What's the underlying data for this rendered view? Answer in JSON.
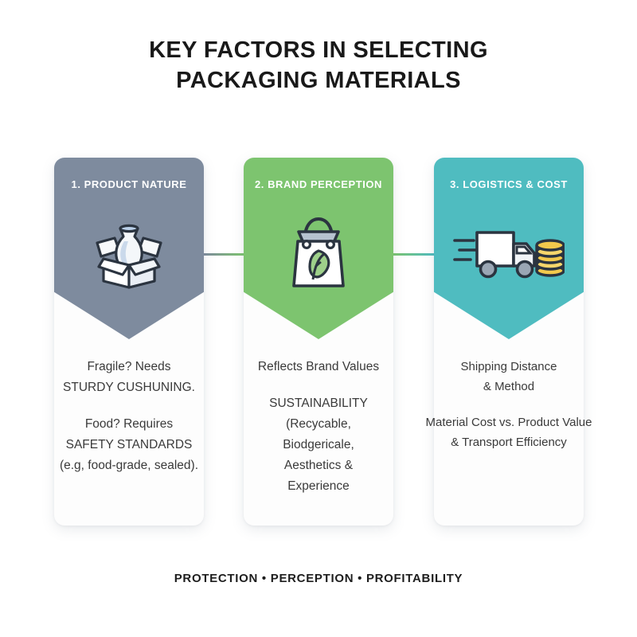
{
  "title": {
    "line1": "KEY FACTORS IN SELECTING",
    "line2": "PACKAGING MATERIALS"
  },
  "columns": [
    {
      "id": "product-nature",
      "label": "1. PRODUCT NATURE",
      "color": "#7e8b9e",
      "icon": "fragile-vase-in-box-icon",
      "paragraphs": [
        "Fragile? Needs\nSTURDY CUSHUNING.",
        "Food? Requires\nSAFETY STANDARDS\n(e.g, food-grade, sealed)."
      ]
    },
    {
      "id": "brand-perception",
      "label": "2. BRAND PERCEPTION",
      "color": "#7dc46f",
      "icon": "eco-shopping-bag-leaf-icon",
      "paragraphs": [
        "Reflects Brand Values",
        "SUSTAINABILITY\n(Recycable,\nBiodgericale,\nAesthetics &\nExperience"
      ]
    },
    {
      "id": "logistics-cost",
      "label": "3. LOGISTICS & COST",
      "color": "#4fbcc0",
      "icon": "delivery-truck-coins-icon",
      "paragraphs": [
        "Shipping Distance\n& Method",
        "Material Cost vs. Product Value\n& Transport Efficiency"
      ]
    }
  ],
  "connectors": [
    {
      "from": "#7e8b9e",
      "to": "#7dc46f"
    },
    {
      "from": "#7dc46f",
      "to": "#4fbcc0"
    }
  ],
  "footer": {
    "text": "PROTECTION • PERCEPTION • PROFITABILITY"
  }
}
